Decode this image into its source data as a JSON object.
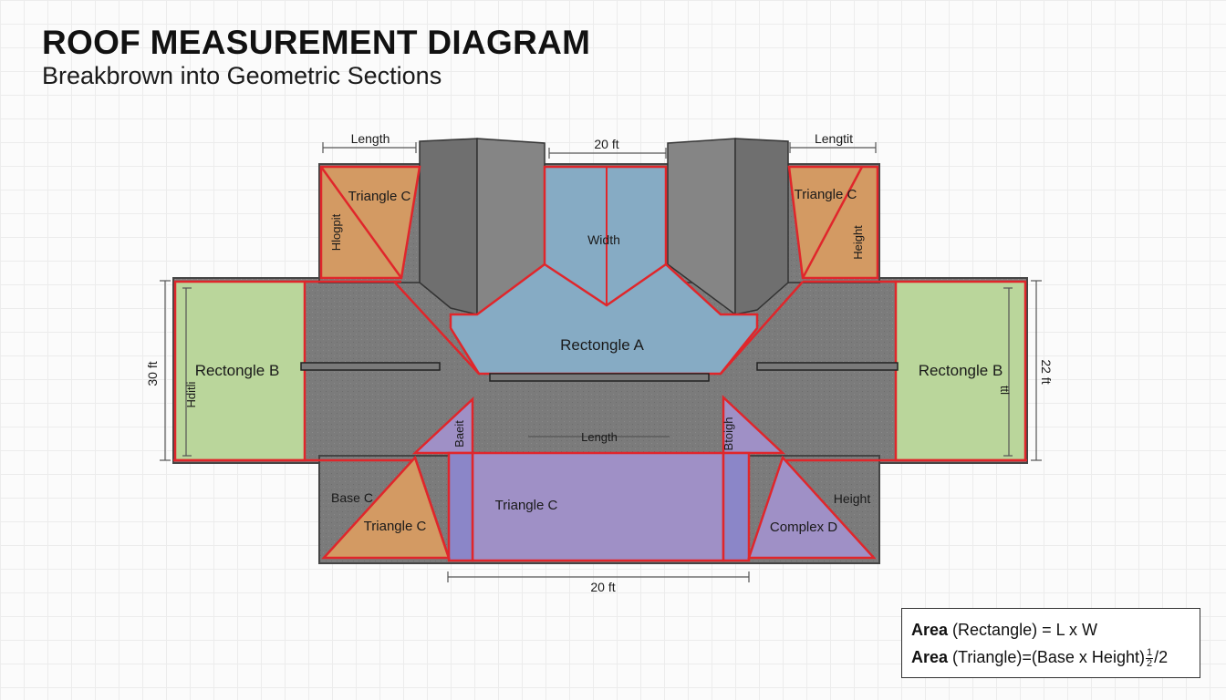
{
  "header": {
    "title": "ROOF MEASUREMENT DIAGRAM",
    "subtitle": "Breakbrown into Geometric Sections"
  },
  "dimensions": {
    "top_left_length": "Length",
    "top_center": "20 ft",
    "top_right_length": "Lengtit",
    "left_height": "30 ft",
    "right_height": "22 ft",
    "bottom": "20 ft",
    "center_length": "Length"
  },
  "sections": {
    "triangle_tl": "Triangle C",
    "triangle_tl_side": "Hlogpit",
    "triangle_tr": "Triangle C",
    "triangle_tr_side": "Height",
    "rectangle_a": "Rectongle A",
    "rectangle_a_width": "Width",
    "rectangle_b_left": "Rectongle B",
    "rectangle_b_left_side": "Hditli",
    "rectangle_b_right": "Rectongle B",
    "rectangle_b_right_side": "ttl",
    "small_tri_left": "Baeit",
    "small_tri_right": "Btoigh",
    "triangle_center": "Triangle C",
    "base_c": "Base C",
    "triangle_bl": "Triangle C",
    "height_br": "Height",
    "complex_d": "Complex D"
  },
  "formulas": {
    "rect_bold": "Area",
    "rect_text": "(Rectangle) = L x W",
    "tri_bold": "Area",
    "tri_text": "(Triangle)=(Base x Height)",
    "tri_frac_num": "1",
    "tri_frac_den": "2",
    "tri_tail": "/2"
  },
  "colors": {
    "roof_gray": "#7b7b7b",
    "orange": "#d39a63",
    "blue": "#86abc4",
    "green": "#bad69b",
    "purple": "#9f90c6",
    "outline_red": "#e0262b"
  }
}
